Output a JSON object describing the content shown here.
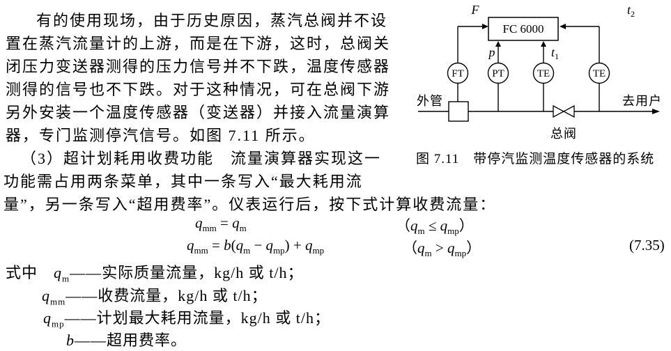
{
  "para1": {
    "lines": [
      "有的使用现场，由于历史原因，蒸汽总阀并不设",
      "置在蒸汽流量计的上游，而是在下游，这时，总阀关",
      "闭压力变送器测得的压力信号并不下跌，温度传感器",
      "测得的信号也不下跌。对于这种情况，可在总阀下游",
      "另外安装一个温度传感器（变送器）并接入流量演算",
      "器，专门监测停汽信号。如图 7.11 所示。"
    ]
  },
  "para2": {
    "lines": [
      "（3）超计划耗用收费功能　流量演算器实现这一",
      "功能需占用两条菜单，其中一条写入“最大耗用流",
      "量”，另一条写入“超用费率”。仪表运行后，按下式计算收费流量："
    ]
  },
  "figure": {
    "caption": "图 7.11　带停汽监测温度传感器的系统",
    "controller": "FC 6000",
    "labels": {
      "f": "F",
      "p": "p",
      "t": "t",
      "t1_sub": "1",
      "t2_sub": "2"
    },
    "instruments": [
      "FT",
      "PT",
      "TE",
      "TE"
    ],
    "pipe_in": "外管",
    "pipe_out": "去用户",
    "valve": "总阀"
  },
  "equations": {
    "eq1": {
      "expr": [
        {
          "k": "var",
          "t": "q"
        },
        {
          "k": "sub",
          "t": "mm"
        },
        {
          "k": "txt",
          "t": " = "
        },
        {
          "k": "var",
          "t": "q"
        },
        {
          "k": "sub",
          "t": "m"
        }
      ],
      "cond": [
        {
          "k": "txt",
          "t": "（"
        },
        {
          "k": "var",
          "t": "q"
        },
        {
          "k": "sub",
          "t": "m"
        },
        {
          "k": "txt",
          "t": " ≤ "
        },
        {
          "k": "var",
          "t": "q"
        },
        {
          "k": "sub",
          "t": "mp"
        },
        {
          "k": "txt",
          "t": "）"
        }
      ]
    },
    "eq2": {
      "expr": [
        {
          "k": "var",
          "t": "q"
        },
        {
          "k": "sub",
          "t": "mm"
        },
        {
          "k": "txt",
          "t": " = "
        },
        {
          "k": "var",
          "t": "b"
        },
        {
          "k": "txt",
          "t": "("
        },
        {
          "k": "var",
          "t": "q"
        },
        {
          "k": "sub",
          "t": "m"
        },
        {
          "k": "txt",
          "t": " − "
        },
        {
          "k": "var",
          "t": "q"
        },
        {
          "k": "sub",
          "t": "mp"
        },
        {
          "k": "txt",
          "t": ") + "
        },
        {
          "k": "var",
          "t": "q"
        },
        {
          "k": "sub",
          "t": "mp"
        }
      ],
      "cond": [
        {
          "k": "txt",
          "t": "（"
        },
        {
          "k": "var",
          "t": "q"
        },
        {
          "k": "sub",
          "t": "m"
        },
        {
          "k": "txt",
          "t": " > "
        },
        {
          "k": "var",
          "t": "q"
        },
        {
          "k": "sub",
          "t": "mp"
        },
        {
          "k": "txt",
          "t": "）"
        }
      ],
      "number": "(7.35)"
    }
  },
  "definitions": {
    "rows": [
      {
        "tokens": [
          {
            "k": "txt",
            "t": "式中　"
          },
          {
            "k": "var",
            "t": "q"
          },
          {
            "k": "sub",
            "t": "m"
          },
          {
            "k": "txt",
            "t": "——实际质量流量，kg/h 或 t/h；"
          }
        ]
      },
      {
        "tokens": [
          {
            "k": "var",
            "t": "q"
          },
          {
            "k": "sub",
            "t": "mm"
          },
          {
            "k": "txt",
            "t": "——收费流量，kg/h 或 t/h；"
          }
        ]
      },
      {
        "tokens": [
          {
            "k": "var",
            "t": "q"
          },
          {
            "k": "sub",
            "t": "mp"
          },
          {
            "k": "txt",
            "t": "——计划最大耗用流量，kg/h 或 t/h；"
          }
        ]
      },
      {
        "tokens": [
          {
            "k": "var",
            "t": "b"
          },
          {
            "k": "txt",
            "t": "——超用费率。"
          }
        ]
      }
    ]
  }
}
